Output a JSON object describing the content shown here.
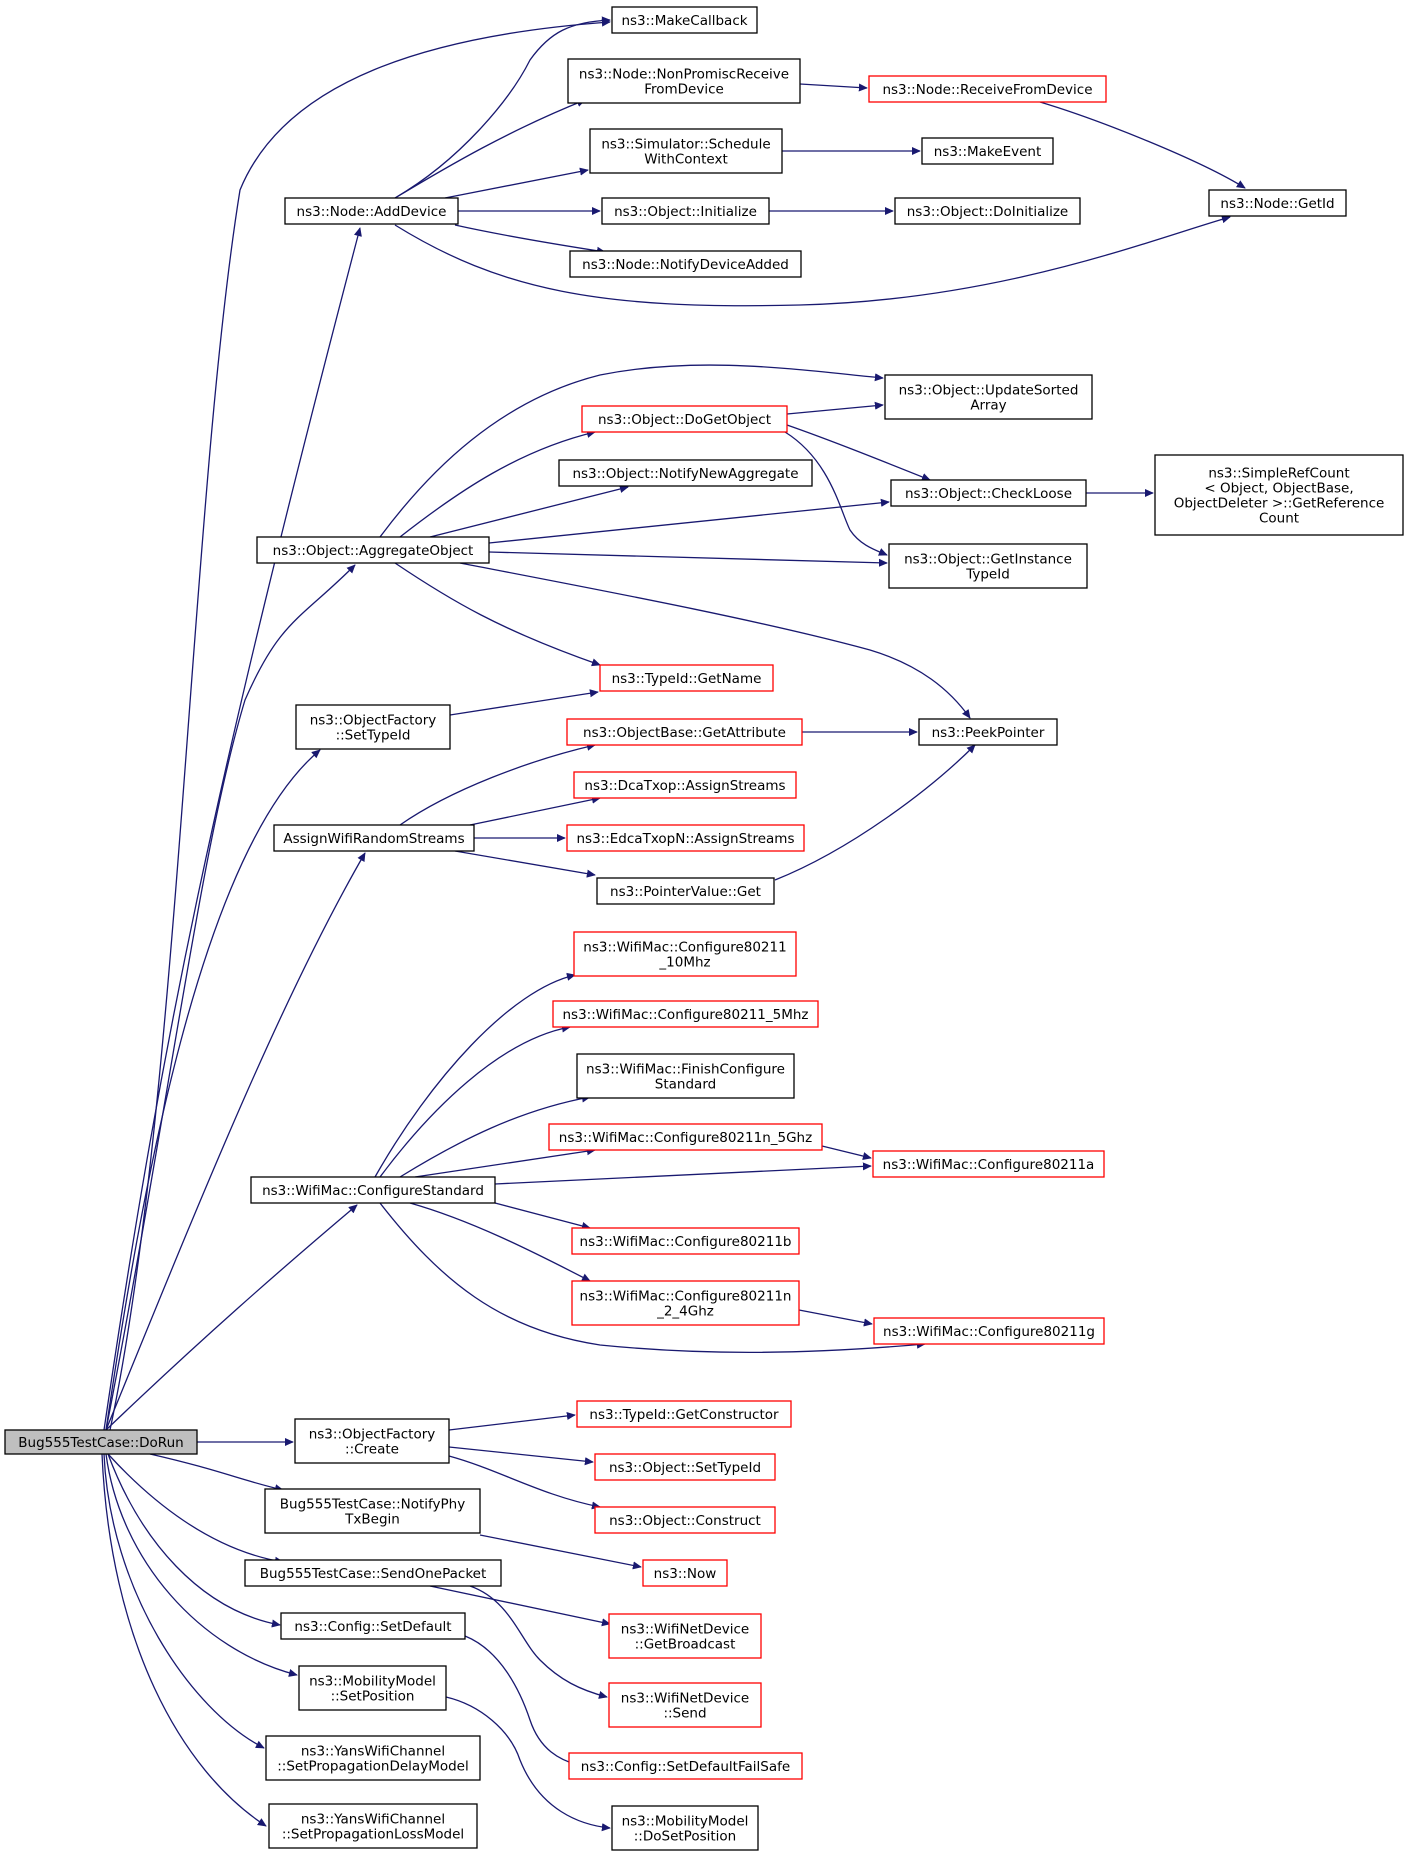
{
  "colors": {
    "edge": "#191970",
    "node_border": "#000000",
    "node_border_undocumented": "#ff0000",
    "root_fill": "#bfbfbf",
    "background": "#ffffff"
  },
  "nodes": {
    "root": {
      "lines": [
        "Bug555TestCase::DoRun"
      ],
      "style": "root"
    },
    "makecallback": {
      "lines": [
        "ns3::MakeCallback"
      ],
      "style": "normal"
    },
    "nonpromisc": {
      "lines": [
        "ns3::Node::NonPromiscReceive",
        "FromDevice"
      ],
      "style": "normal"
    },
    "receivefromdevice": {
      "lines": [
        "ns3::Node::ReceiveFromDevice"
      ],
      "style": "red"
    },
    "schedulewithcontext": {
      "lines": [
        "ns3::Simulator::Schedule",
        "WithContext"
      ],
      "style": "normal"
    },
    "makeevent": {
      "lines": [
        "ns3::MakeEvent"
      ],
      "style": "normal"
    },
    "getid": {
      "lines": [
        "ns3::Node::GetId"
      ],
      "style": "normal"
    },
    "adddevice": {
      "lines": [
        "ns3::Node::AddDevice"
      ],
      "style": "normal"
    },
    "initialize": {
      "lines": [
        "ns3::Object::Initialize"
      ],
      "style": "normal"
    },
    "doinitialize": {
      "lines": [
        "ns3::Object::DoInitialize"
      ],
      "style": "normal"
    },
    "notifydeviceadded": {
      "lines": [
        "ns3::Node::NotifyDeviceAdded"
      ],
      "style": "normal"
    },
    "updatesortedarray": {
      "lines": [
        "ns3::Object::UpdateSorted",
        "Array"
      ],
      "style": "normal"
    },
    "dogetobject": {
      "lines": [
        "ns3::Object::DoGetObject"
      ],
      "style": "red"
    },
    "notifynewaggregate": {
      "lines": [
        "ns3::Object::NotifyNewAggregate"
      ],
      "style": "normal"
    },
    "checkloose": {
      "lines": [
        "ns3::Object::CheckLoose"
      ],
      "style": "normal"
    },
    "simplerefcount": {
      "lines": [
        "ns3::SimpleRefCount",
        "< Object, ObjectBase,",
        "ObjectDeleter >::GetReference",
        "Count"
      ],
      "style": "normal"
    },
    "aggregateobject": {
      "lines": [
        "ns3::Object::AggregateObject"
      ],
      "style": "normal"
    },
    "getinstancetypeid": {
      "lines": [
        "ns3::Object::GetInstance",
        "TypeId"
      ],
      "style": "normal"
    },
    "typeidgetname": {
      "lines": [
        "ns3::TypeId::GetName"
      ],
      "style": "red"
    },
    "settypeidfactory": {
      "lines": [
        "ns3::ObjectFactory",
        "::SetTypeId"
      ],
      "style": "normal"
    },
    "getattribute": {
      "lines": [
        "ns3::ObjectBase::GetAttribute"
      ],
      "style": "red"
    },
    "peekpointer": {
      "lines": [
        "ns3::PeekPointer"
      ],
      "style": "normal"
    },
    "dcatxopassign": {
      "lines": [
        "ns3::DcaTxop::AssignStreams"
      ],
      "style": "red"
    },
    "assignwifi": {
      "lines": [
        "AssignWifiRandomStreams"
      ],
      "style": "normal"
    },
    "edcaassign": {
      "lines": [
        "ns3::EdcaTxopN::AssignStreams"
      ],
      "style": "red"
    },
    "pointervalueget": {
      "lines": [
        "ns3::PointerValue::Get"
      ],
      "style": "normal"
    },
    "conf10mhz": {
      "lines": [
        "ns3::WifiMac::Configure80211",
        "_10Mhz"
      ],
      "style": "red"
    },
    "conf5mhz": {
      "lines": [
        "ns3::WifiMac::Configure80211_5Mhz"
      ],
      "style": "red"
    },
    "finishconfigure": {
      "lines": [
        "ns3::WifiMac::FinishConfigure",
        "Standard"
      ],
      "style": "normal"
    },
    "conf11n5ghz": {
      "lines": [
        "ns3::WifiMac::Configure80211n_5Ghz"
      ],
      "style": "red"
    },
    "configurestandard": {
      "lines": [
        "ns3::WifiMac::ConfigureStandard"
      ],
      "style": "normal"
    },
    "conf11a": {
      "lines": [
        "ns3::WifiMac::Configure80211a"
      ],
      "style": "red"
    },
    "conf11b": {
      "lines": [
        "ns3::WifiMac::Configure80211b"
      ],
      "style": "red"
    },
    "conf11n24": {
      "lines": [
        "ns3::WifiMac::Configure80211n",
        "_2_4Ghz"
      ],
      "style": "red"
    },
    "conf11g": {
      "lines": [
        "ns3::WifiMac::Configure80211g"
      ],
      "style": "red"
    },
    "getconstructor": {
      "lines": [
        "ns3::TypeId::GetConstructor"
      ],
      "style": "red"
    },
    "factorycreate": {
      "lines": [
        "ns3::ObjectFactory",
        "::Create"
      ],
      "style": "normal"
    },
    "objectsettypeid": {
      "lines": [
        "ns3::Object::SetTypeId"
      ],
      "style": "red"
    },
    "notifyphytx": {
      "lines": [
        "Bug555TestCase::NotifyPhy",
        "TxBegin"
      ],
      "style": "normal"
    },
    "construct": {
      "lines": [
        "ns3::Object::Construct"
      ],
      "style": "red"
    },
    "now": {
      "lines": [
        "ns3::Now"
      ],
      "style": "red"
    },
    "sendonepacket": {
      "lines": [
        "Bug555TestCase::SendOnePacket"
      ],
      "style": "normal"
    },
    "getbroadcast": {
      "lines": [
        "ns3::WifiNetDevice",
        "::GetBroadcast"
      ],
      "style": "red"
    },
    "configsetdefault": {
      "lines": [
        "ns3::Config::SetDefault"
      ],
      "style": "normal"
    },
    "setposition": {
      "lines": [
        "ns3::MobilityModel",
        "::SetPosition"
      ],
      "style": "normal"
    },
    "wifisend": {
      "lines": [
        "ns3::WifiNetDevice",
        "::Send"
      ],
      "style": "red"
    },
    "setdelaymodel": {
      "lines": [
        "ns3::YansWifiChannel",
        "::SetPropagationDelayModel"
      ],
      "style": "normal"
    },
    "setdefaultfailsafe": {
      "lines": [
        "ns3::Config::SetDefaultFailSafe"
      ],
      "style": "red"
    },
    "setlossmodel": {
      "lines": [
        "ns3::YansWifiChannel",
        "::SetPropagationLossModel"
      ],
      "style": "normal"
    },
    "dosetposition": {
      "lines": [
        "ns3::MobilityModel",
        "::DoSetPosition"
      ],
      "style": "normal"
    }
  },
  "edges": [
    [
      "root",
      "makecallback"
    ],
    [
      "root",
      "adddevice"
    ],
    [
      "root",
      "aggregateobject"
    ],
    [
      "root",
      "settypeidfactory"
    ],
    [
      "root",
      "assignwifi"
    ],
    [
      "root",
      "configurestandard"
    ],
    [
      "root",
      "factorycreate"
    ],
    [
      "root",
      "notifyphytx"
    ],
    [
      "root",
      "sendonepacket"
    ],
    [
      "root",
      "configsetdefault"
    ],
    [
      "root",
      "setposition"
    ],
    [
      "root",
      "setdelaymodel"
    ],
    [
      "root",
      "setlossmodel"
    ],
    [
      "adddevice",
      "makecallback"
    ],
    [
      "adddevice",
      "nonpromisc"
    ],
    [
      "adddevice",
      "schedulewithcontext"
    ],
    [
      "adddevice",
      "initialize"
    ],
    [
      "adddevice",
      "notifydeviceadded"
    ],
    [
      "adddevice",
      "getid"
    ],
    [
      "nonpromisc",
      "receivefromdevice"
    ],
    [
      "receivefromdevice",
      "getid"
    ],
    [
      "schedulewithcontext",
      "makeevent"
    ],
    [
      "initialize",
      "doinitialize"
    ],
    [
      "aggregateobject",
      "updatesortedarray"
    ],
    [
      "aggregateobject",
      "dogetobject"
    ],
    [
      "aggregateobject",
      "notifynewaggregate"
    ],
    [
      "aggregateobject",
      "checkloose"
    ],
    [
      "aggregateobject",
      "getinstancetypeid"
    ],
    [
      "aggregateobject",
      "typeidgetname"
    ],
    [
      "aggregateobject",
      "peekpointer"
    ],
    [
      "dogetobject",
      "updatesortedarray"
    ],
    [
      "dogetobject",
      "checkloose"
    ],
    [
      "dogetobject",
      "getinstancetypeid"
    ],
    [
      "checkloose",
      "simplerefcount"
    ],
    [
      "settypeidfactory",
      "typeidgetname"
    ],
    [
      "assignwifi",
      "getattribute"
    ],
    [
      "assignwifi",
      "dcatxopassign"
    ],
    [
      "assignwifi",
      "edcaassign"
    ],
    [
      "assignwifi",
      "pointervalueget"
    ],
    [
      "getattribute",
      "peekpointer"
    ],
    [
      "pointervalueget",
      "peekpointer"
    ],
    [
      "configurestandard",
      "conf10mhz"
    ],
    [
      "configurestandard",
      "conf5mhz"
    ],
    [
      "configurestandard",
      "finishconfigure"
    ],
    [
      "configurestandard",
      "conf11n5ghz"
    ],
    [
      "configurestandard",
      "conf11a"
    ],
    [
      "configurestandard",
      "conf11b"
    ],
    [
      "configurestandard",
      "conf11n24"
    ],
    [
      "configurestandard",
      "conf11g"
    ],
    [
      "conf11n5ghz",
      "conf11a"
    ],
    [
      "conf11n24",
      "conf11g"
    ],
    [
      "factorycreate",
      "getconstructor"
    ],
    [
      "factorycreate",
      "objectsettypeid"
    ],
    [
      "factorycreate",
      "construct"
    ],
    [
      "notifyphytx",
      "now"
    ],
    [
      "sendonepacket",
      "getbroadcast"
    ],
    [
      "sendonepacket",
      "wifisend"
    ],
    [
      "configsetdefault",
      "setdefaultfailsafe"
    ],
    [
      "setposition",
      "dosetposition"
    ]
  ]
}
